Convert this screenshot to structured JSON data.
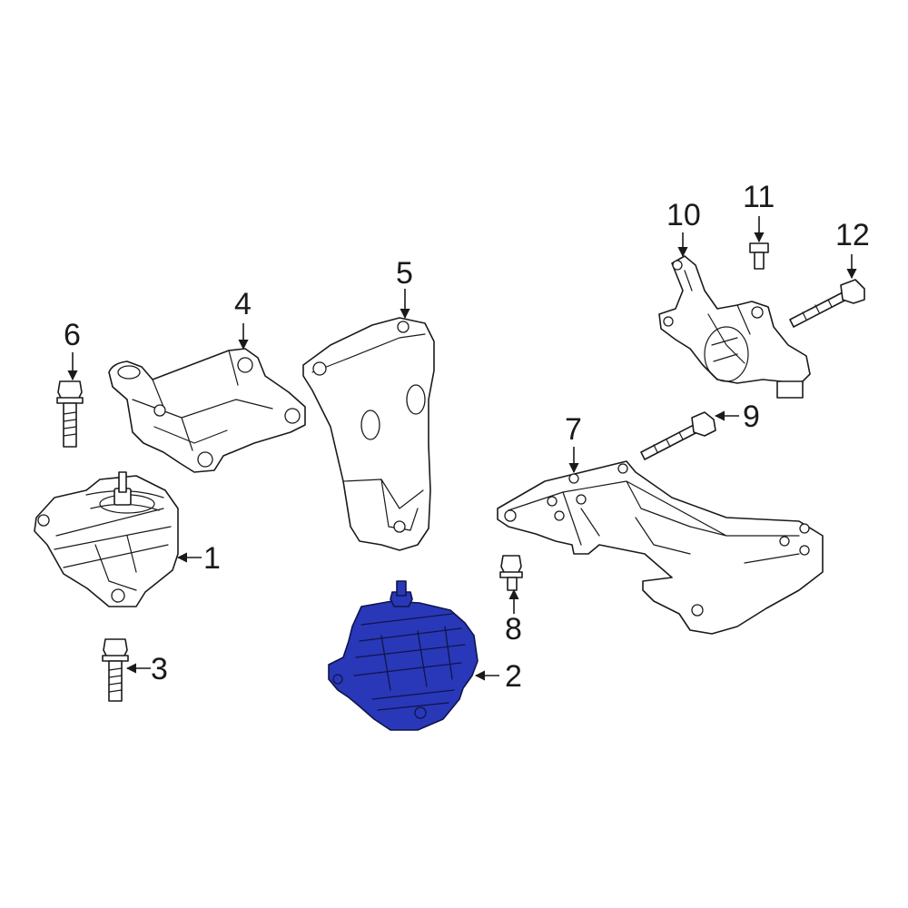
{
  "diagram": {
    "highlight_color": "#2838b8",
    "highlighted_part": "2",
    "callouts": [
      {
        "id": "c1",
        "label": "1"
      },
      {
        "id": "c2",
        "label": "2"
      },
      {
        "id": "c3",
        "label": "3"
      },
      {
        "id": "c4",
        "label": "4"
      },
      {
        "id": "c5",
        "label": "5"
      },
      {
        "id": "c6",
        "label": "6"
      },
      {
        "id": "c7",
        "label": "7"
      },
      {
        "id": "c8",
        "label": "8"
      },
      {
        "id": "c9",
        "label": "9"
      },
      {
        "id": "c10",
        "label": "10"
      },
      {
        "id": "c11",
        "label": "11"
      },
      {
        "id": "c12",
        "label": "12"
      }
    ]
  }
}
